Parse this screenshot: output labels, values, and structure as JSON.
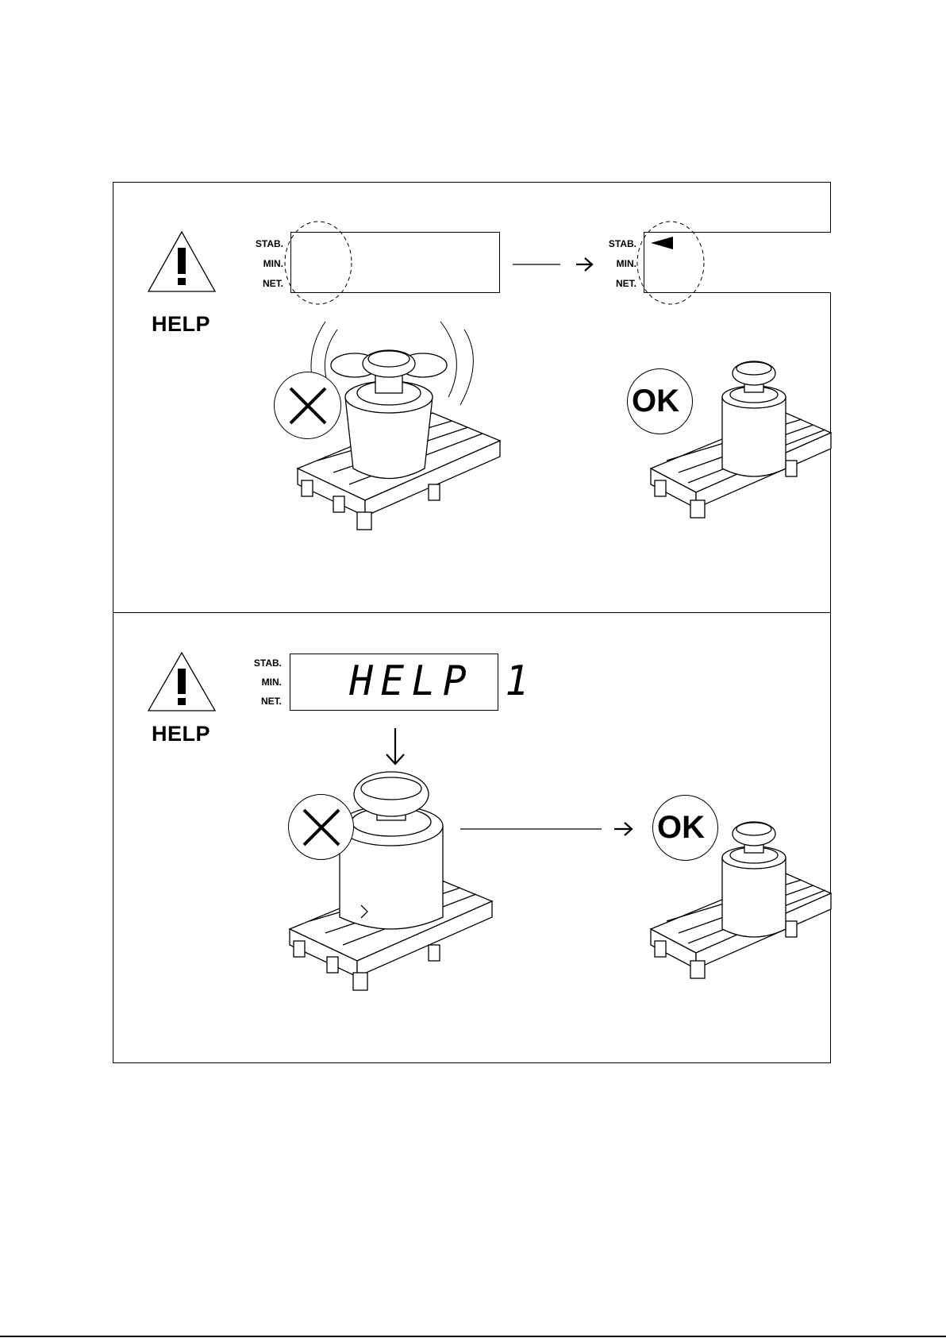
{
  "panel_top": {
    "help_label": "HELP",
    "indicator_labels": {
      "stab": "STAB.",
      "min": "MIN.",
      "net": "NET."
    },
    "indicator_labels_after": {
      "stab": "STAB.",
      "min": "MIN.",
      "net": "NET."
    },
    "bad_badge": "X",
    "ok_badge": "OK"
  },
  "panel_bottom": {
    "help_label": "HELP",
    "indicator_labels": {
      "stab": "STAB.",
      "min": "MIN.",
      "net": "NET."
    },
    "display_text": "HELP 1",
    "bad_badge": "X",
    "ok_badge": "OK"
  }
}
